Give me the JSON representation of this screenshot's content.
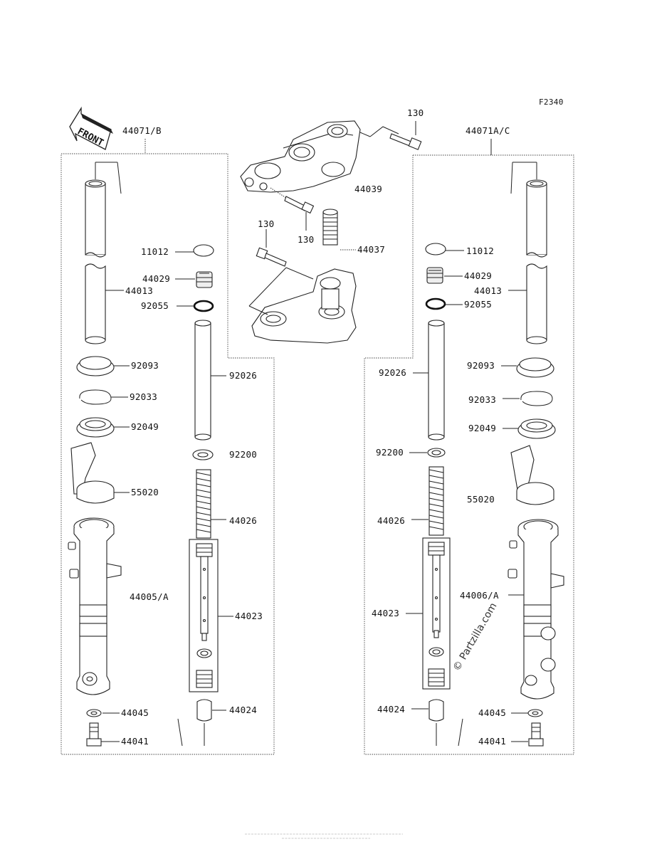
{
  "diagram": {
    "figure_code": "F2340",
    "front_label": "FRONT",
    "watermark": "© Partzilla.com",
    "labels": {
      "left_assembly": "44071/B",
      "right_assembly": "44071A/C",
      "bolt_a": "130",
      "bolt_b": "130",
      "bolt_c": "130",
      "upper_bracket": "44039",
      "stem": "44037",
      "cap_l": "11012",
      "cap_r": "11012",
      "bolt_cap_l": "44029",
      "bolt_cap_r": "44029",
      "tube_l": "44013",
      "tube_r": "44013",
      "oring_l": "92055",
      "oring_r": "92055",
      "seal_l": "92093",
      "seal_r": "92093",
      "clip_l": "92033",
      "clip_r": "92033",
      "oilseal_l": "92049",
      "oilseal_r": "92049",
      "pipe_l": "92026",
      "pipe_r": "92026",
      "guard_l": "55020",
      "guard_r": "55020",
      "washer_l": "92200",
      "washer_r": "92200",
      "spring_l": "44026",
      "spring_r": "44026",
      "outer_l": "44005/A",
      "outer_r": "44006/A",
      "cylinder_l": "44023",
      "cylinder_r": "44023",
      "piece_l": "44024",
      "piece_r": "44024",
      "gasket_l": "44045",
      "gasket_r": "44045",
      "bolt_l": "44041",
      "bolt_r": "44041"
    }
  }
}
